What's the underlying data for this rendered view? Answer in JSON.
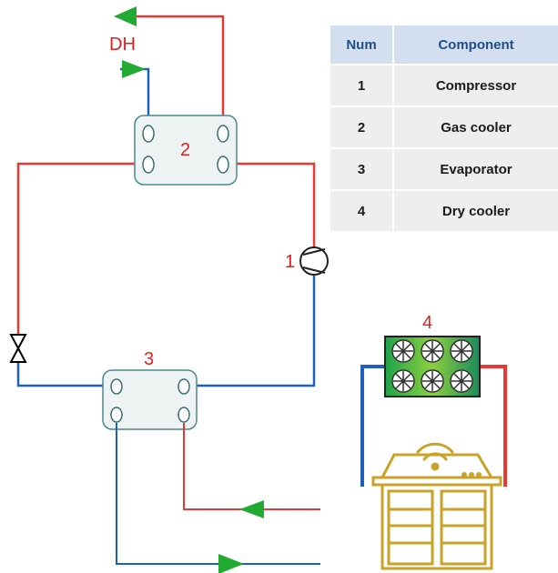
{
  "labels": {
    "dh": "DH",
    "gas_cooler": "2",
    "compressor": "1",
    "evaporator": "3",
    "dry_cooler": "4"
  },
  "table": {
    "headers": [
      "Num",
      "Component"
    ],
    "rows": [
      [
        "1",
        "Compressor"
      ],
      [
        "2",
        "Gas cooler"
      ],
      [
        "3",
        "Evaporator"
      ],
      [
        "4",
        "Dry cooler"
      ]
    ]
  },
  "colors": {
    "hot": "#e53935",
    "cold": "#1e5fbf",
    "arrow": "#22aa33",
    "label": "#e02020",
    "building": "#c9a227",
    "hx_fill": "#eef3f3",
    "hx_stroke": "#4a8a8a"
  },
  "icons": [
    "compressor-icon",
    "expansion-valve-icon",
    "fan-icon",
    "data-center-building-icon",
    "wifi-icon",
    "flow-arrow-icon"
  ]
}
